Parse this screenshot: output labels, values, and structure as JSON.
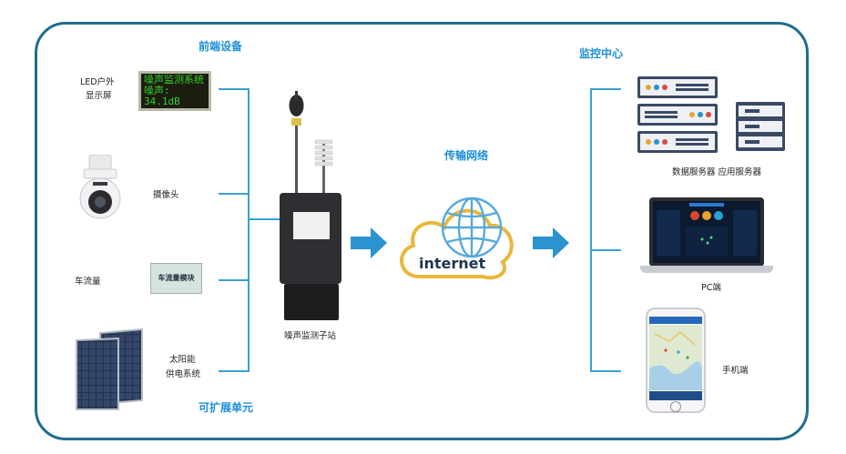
{
  "sections": {
    "front_end": "前端设备",
    "transmission": "传输网络",
    "monitor_center": "监控中心",
    "expandable": "可扩展单元"
  },
  "devices": {
    "led_label_line1": "LED户外",
    "led_label_line2": "显示屏",
    "led_screen_line1": "噪声监测系统",
    "led_screen_line2": "噪声:",
    "led_screen_line3": "34.1dB",
    "camera_label": "摄像头",
    "traffic_label": "车流量",
    "traffic_module_text": "车流量模块",
    "solar_label_line1": "太阳能",
    "solar_label_line2": "供电系统"
  },
  "station": {
    "label": "噪声监测子站"
  },
  "network": {
    "internet_text": "internet"
  },
  "center": {
    "servers_label": "数据服务器 应用服务器",
    "pc_label": "PC端",
    "phone_label": "手机端"
  },
  "colors": {
    "frame": "#1f6d8e",
    "accent_blue": "#1d8fd8",
    "bus_lines": "#3aa0d8",
    "arrows": "#2a93d0",
    "cloud_outline": "#e8b83b"
  }
}
